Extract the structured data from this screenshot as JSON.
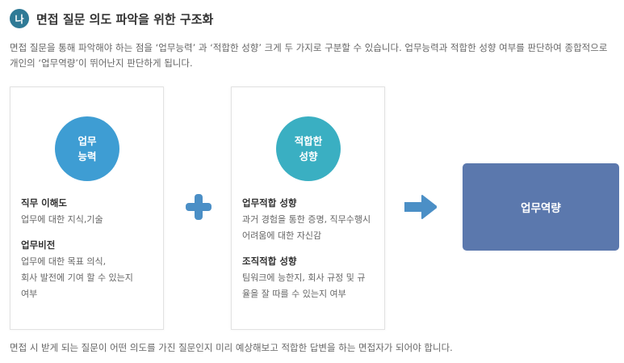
{
  "header": {
    "badge": "나",
    "title": "면접 질문 의도 파악을 위한 구조화"
  },
  "intro": "면접 질문을 통해 파악해야 하는 점을 ‘업무능력’ 과 ‘적합한 성향’ 크게 두 가지로 구분할 수 있습니다. 업무능력과 적합한 성향 여부를 판단하여 종합적으로 개인의 ‘업무역량’이 뛰어난지 판단하게 됩니다.",
  "cards": [
    {
      "circle_line1": "업무",
      "circle_line2": "능력",
      "sections": [
        {
          "title": "직무 이해도",
          "lines": [
            "업무에 대한 지식,기술"
          ]
        },
        {
          "title": "업무비전",
          "lines": [
            "업무에 대한 목표 의식,",
            "회사 발전에 기여 할 수 있는지",
            "여부"
          ]
        }
      ]
    },
    {
      "circle_line1": "적합한",
      "circle_line2": "성향",
      "sections": [
        {
          "title": "업무적합 성향",
          "lines": [
            "과거 경험을 통한 증명, 직무수행시",
            "어려움에 대한 자신감"
          ]
        },
        {
          "title": "조직적합 성향",
          "lines": [
            "팀워크에 능한지, 회사 규정 및 규",
            "율을 잘 따를 수 있는지 여부"
          ]
        }
      ]
    }
  ],
  "result": "업무역량",
  "footer": "면접 시 받게 되는 질문이 어떤 의도를 가진 질문인지 미리 예상해보고 적합한 답변을 하는 면접자가 되어야 합니다.",
  "icons": {
    "plus": "plus-icon",
    "arrow": "arrow-right-icon"
  },
  "colors": {
    "badge": "#2f7a96",
    "circle_work": "#3e9dd3",
    "circle_fit": "#3aafc2",
    "result_box": "#5b78ad",
    "plus": "#4b8fc6",
    "arrow": "#4b8fc6"
  }
}
